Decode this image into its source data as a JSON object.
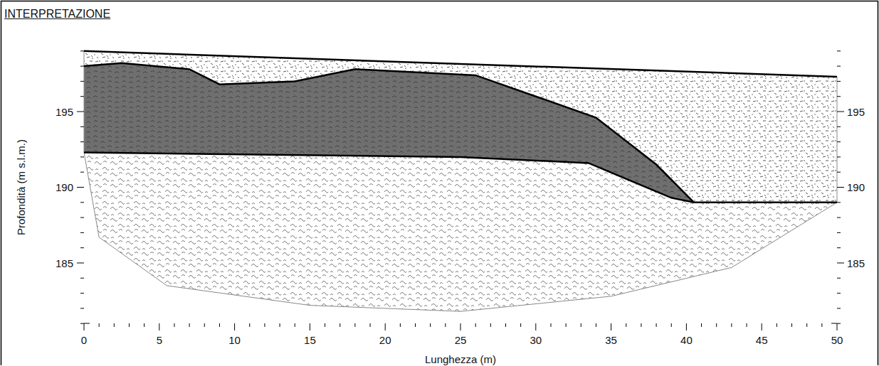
{
  "diagram": {
    "title": "INTERPRETAZIONE",
    "labels": [
      "195",
      "190",
      "185",
      "195",
      "190",
      "185",
      "0",
      "5",
      "10",
      "15",
      "20",
      "25",
      "30",
      "35",
      "40",
      "45",
      "50",
      "Profondità (m s.l.m.)",
      "Lunghezza (m)"
    ]
  }
}
